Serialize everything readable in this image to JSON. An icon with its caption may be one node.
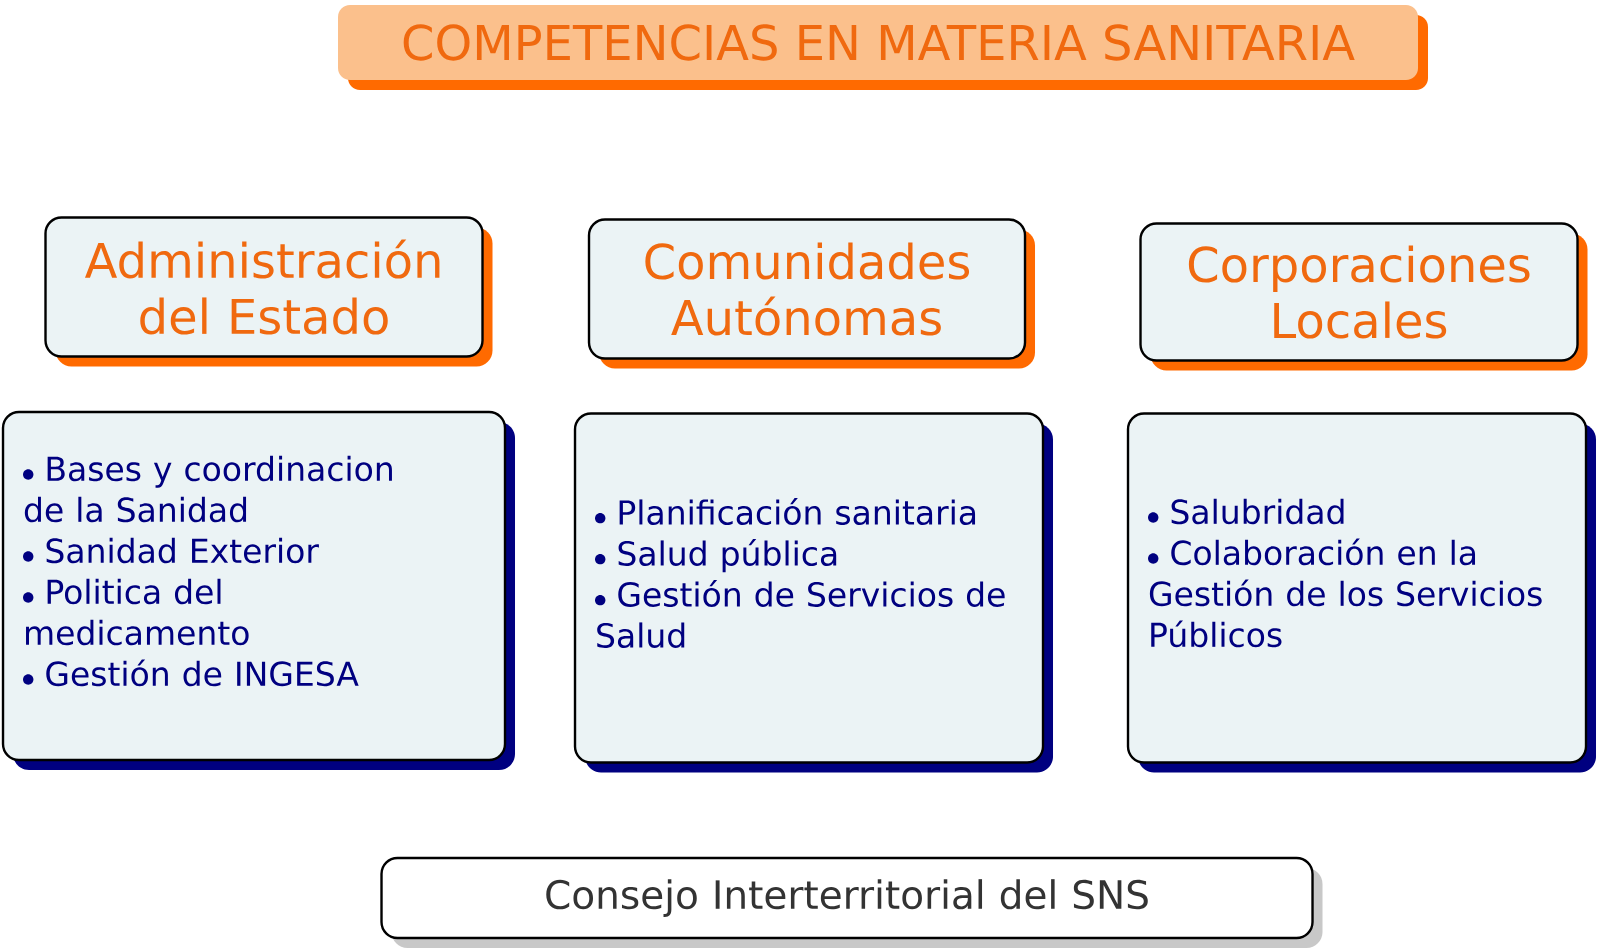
{
  "diagram": {
    "title": "COMPETENCIAS EN MATERIA SANITARIA",
    "nodes": [
      {
        "text": [
          "Administración del Estado"
        ]
      },
      {
        "text": [
          "Comunidades Autónomas"
        ]
      },
      {
        "text": [
          "Corporaciones Locales"
        ]
      },
      {
        "text": [
          "Bases y coordinacion de la Sanidad",
          "Sanidad Exterior",
          "Politica del medicamento",
          "Gestión de INGESA"
        ]
      },
      {
        "text": [
          "Planificación sanitaria",
          "Salud pública",
          "Gestión de Servicios de Salud"
        ]
      },
      {
        "text": [
          "Salubridad",
          "Colaboración en la Gestión de los Servicios Públicos"
        ]
      },
      {
        "text": [
          "Consejo Interterritorial del SNS"
        ]
      }
    ]
  }
}
